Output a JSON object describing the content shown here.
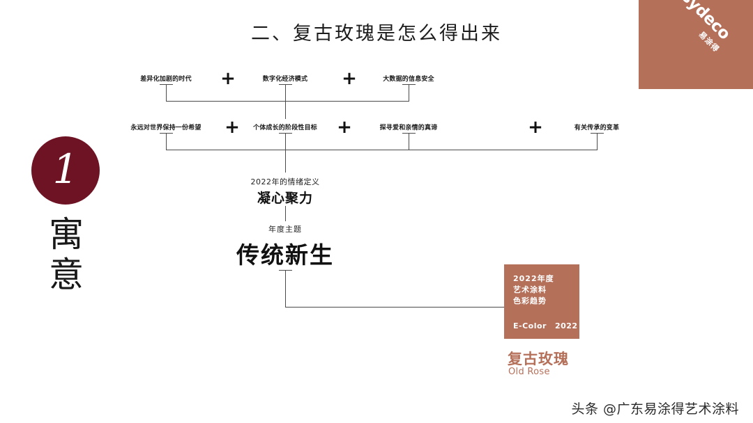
{
  "slide": {
    "title": "二、复古玫瑰是怎么得出来",
    "badge_number": "1",
    "badge_vertical_text": [
      "寓",
      "意"
    ],
    "watermark": "头条 @广东易涂得艺术涂料"
  },
  "brand": {
    "logo_latin": "easydeco",
    "logo_cn": "易涂得",
    "ribbon_color": "#b5705a"
  },
  "row_top": {
    "items": [
      {
        "label": "差异化加剧的时代"
      },
      {
        "label": "数字化经济模式"
      },
      {
        "label": "大数据的信息安全"
      }
    ],
    "operators": [
      "+",
      "+"
    ]
  },
  "row_second": {
    "items": [
      {
        "label": "永远对世界保持一份希望"
      },
      {
        "label": "个体成长的阶段性目标"
      },
      {
        "label": "探寻爱和亲情的真谛"
      },
      {
        "label": "有关传承的变革"
      }
    ],
    "operators": [
      "+",
      "+",
      "+"
    ]
  },
  "emotion": {
    "caption": "2022年的情绪定义",
    "value": "凝心聚力"
  },
  "theme": {
    "caption": "年度主题",
    "value": "传统新生"
  },
  "swatch": {
    "line1": "2022年度",
    "line2": "艺术涂料",
    "line3": "色彩趋势",
    "ecolor_label": "E-Color",
    "ecolor_year": "2022",
    "name_cn": "复古玫瑰",
    "name_en": "Old Rose",
    "color_hex": "#b5705a"
  },
  "colors": {
    "badge_circle": "#6e1324",
    "accent_rose": "#b5705a",
    "line": "#4a4a4a",
    "text_dark": "#111111",
    "background": "#ffffff"
  }
}
